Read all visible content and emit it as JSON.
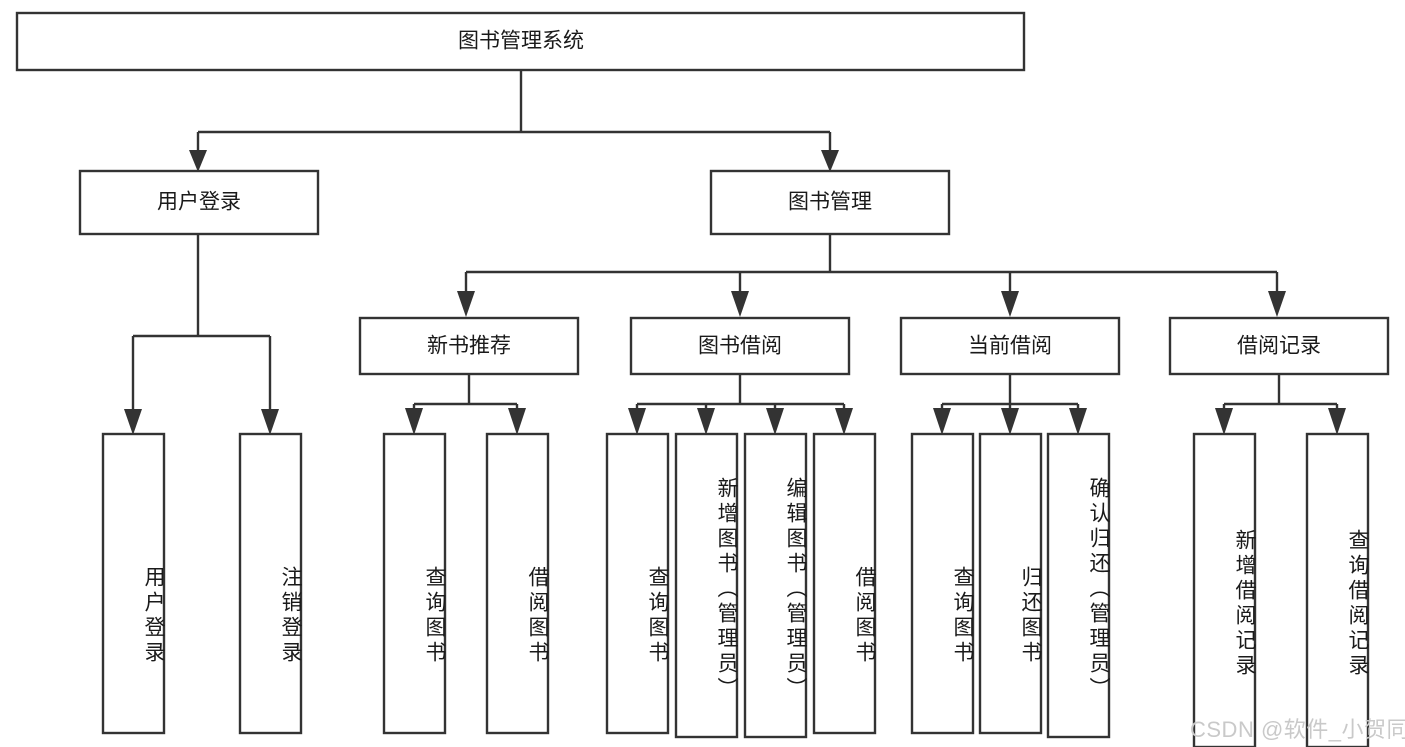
{
  "diagram": {
    "type": "tree-hierarchy-chart",
    "title": "图书管理系统",
    "colors": {
      "background": "#ffffff",
      "box_fill": "#ffffff",
      "box_stroke": "#333333",
      "text": "#1a1a1a",
      "watermark": "#c9c9c9"
    },
    "root": {
      "id": "root",
      "label": "图书管理系统",
      "orientation": "horizontal"
    },
    "level1": [
      {
        "id": "user-login",
        "label": "用户登录",
        "orientation": "horizontal"
      },
      {
        "id": "book-management",
        "label": "图书管理",
        "orientation": "horizontal"
      }
    ],
    "level2": [
      {
        "id": "new-book-recommend",
        "label": "新书推荐",
        "parent": "book-management",
        "orientation": "horizontal"
      },
      {
        "id": "book-borrow",
        "label": "图书借阅",
        "parent": "book-management",
        "orientation": "horizontal"
      },
      {
        "id": "current-borrow",
        "label": "当前借阅",
        "parent": "book-management",
        "orientation": "horizontal"
      },
      {
        "id": "borrow-record",
        "label": "借阅记录",
        "parent": "book-management",
        "orientation": "horizontal"
      }
    ],
    "leaves": [
      {
        "id": "leaf-user-login",
        "label": "用户登录",
        "parent": "user-login",
        "orientation": "vertical"
      },
      {
        "id": "leaf-logout-login",
        "label": "注销登录",
        "parent": "user-login",
        "orientation": "vertical"
      },
      {
        "id": "leaf-query-book-1",
        "label": "查询图书",
        "parent": "new-book-recommend",
        "orientation": "vertical"
      },
      {
        "id": "leaf-borrow-book-1",
        "label": "借阅图书",
        "parent": "new-book-recommend",
        "orientation": "vertical"
      },
      {
        "id": "leaf-query-book-2",
        "label": "查询图书",
        "parent": "book-borrow",
        "orientation": "vertical"
      },
      {
        "id": "leaf-add-book",
        "label": "新增图书（管理员）",
        "parent": "book-borrow",
        "orientation": "vertical"
      },
      {
        "id": "leaf-edit-book",
        "label": "编辑图书（管理员）",
        "parent": "book-borrow",
        "orientation": "vertical"
      },
      {
        "id": "leaf-borrow-book-2",
        "label": "借阅图书",
        "parent": "book-borrow",
        "orientation": "vertical"
      },
      {
        "id": "leaf-query-book-3",
        "label": "查询图书",
        "parent": "current-borrow",
        "orientation": "vertical"
      },
      {
        "id": "leaf-return-book",
        "label": "归还图书",
        "parent": "current-borrow",
        "orientation": "vertical"
      },
      {
        "id": "leaf-confirm-return",
        "label": "确认归还（管理员）",
        "parent": "current-borrow",
        "orientation": "vertical"
      },
      {
        "id": "leaf-add-borrow-record",
        "label": "新增借阅记录",
        "parent": "borrow-record",
        "orientation": "vertical"
      },
      {
        "id": "leaf-query-borrow-record",
        "label": "查询借阅记录",
        "parent": "borrow-record",
        "orientation": "vertical"
      }
    ]
  },
  "watermark": {
    "text": "CSDN @软件_小贺同学"
  }
}
